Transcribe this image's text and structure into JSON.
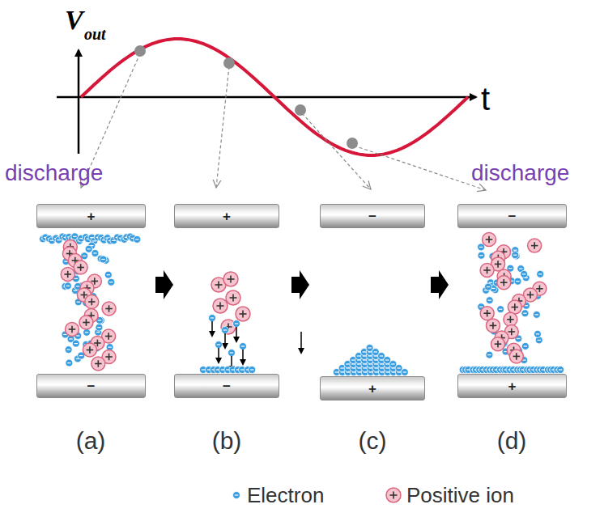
{
  "diagram": {
    "nodes": [
      {
        "text": [
          "+"
        ]
      },
      {
        "text": [
          "−"
        ]
      },
      {
        "text": [
          "+"
        ]
      },
      {
        "text": [
          "−"
        ]
      },
      {
        "text": [
          "−"
        ]
      },
      {
        "text": [
          "+"
        ]
      },
      {
        "text": [
          "−"
        ]
      },
      {
        "text": [
          "+"
        ]
      }
    ],
    "labels": [
      "V",
      "out",
      "t",
      "discharge",
      "discharge",
      "(a)",
      "(b)",
      "(c)",
      "(d)"
    ],
    "legend": [
      {
        "text": "Electron"
      },
      {
        "text": "Positive ion"
      }
    ]
  }
}
